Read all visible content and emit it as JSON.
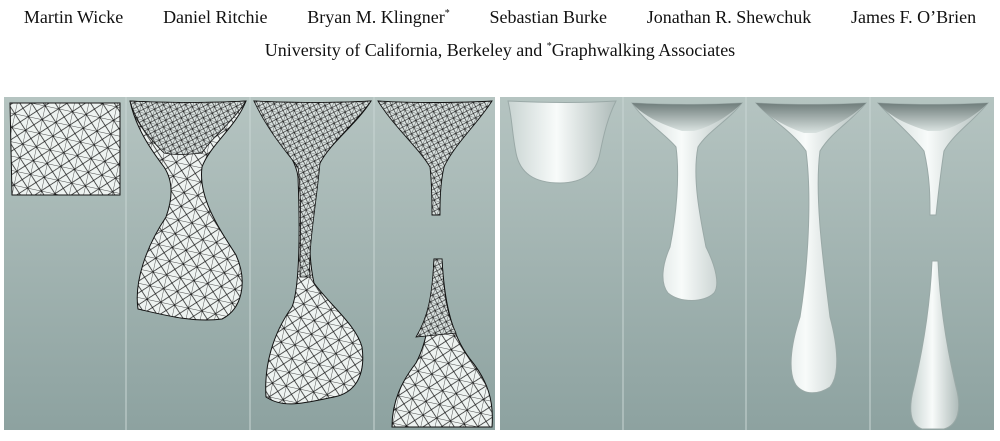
{
  "authors": [
    {
      "name": "Martin Wicke",
      "mark": ""
    },
    {
      "name": "Daniel Ritchie",
      "mark": ""
    },
    {
      "name": "Bryan M. Klingner",
      "mark": "*"
    },
    {
      "name": "Sebastian Burke",
      "mark": ""
    },
    {
      "name": "Jonathan R. Shewchuk",
      "mark": ""
    },
    {
      "name": "James F. O’Brien",
      "mark": ""
    }
  ],
  "affiliation": {
    "text_before": "University of California, Berkeley and ",
    "mark": "*",
    "text_after": "Graphwalking Associates"
  },
  "colors": {
    "background_top": "#b5c4c1",
    "background_bottom": "#8da2a0",
    "object_fill": "#eef3f1",
    "mesh_line": "#111111",
    "divider": "#c9d6d4"
  }
}
